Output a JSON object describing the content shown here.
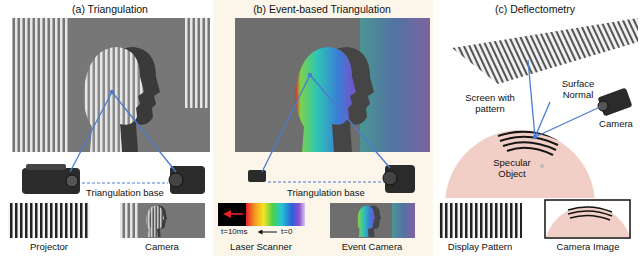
{
  "diagram": {
    "labels": [
      "(a) Triangulation",
      "Triangulation base",
      "Projector",
      "Camera",
      "(b) Event-based Triangulation",
      "Triangulation base",
      "t=10ms",
      "t=0",
      "Laser Scanner",
      "Event Camera",
      "(c) Deflectometry",
      "Screen with pattern",
      "Surface Normal",
      "Camera",
      "Specular Object",
      "Display Pattern",
      "Camera Image"
    ]
  }
}
